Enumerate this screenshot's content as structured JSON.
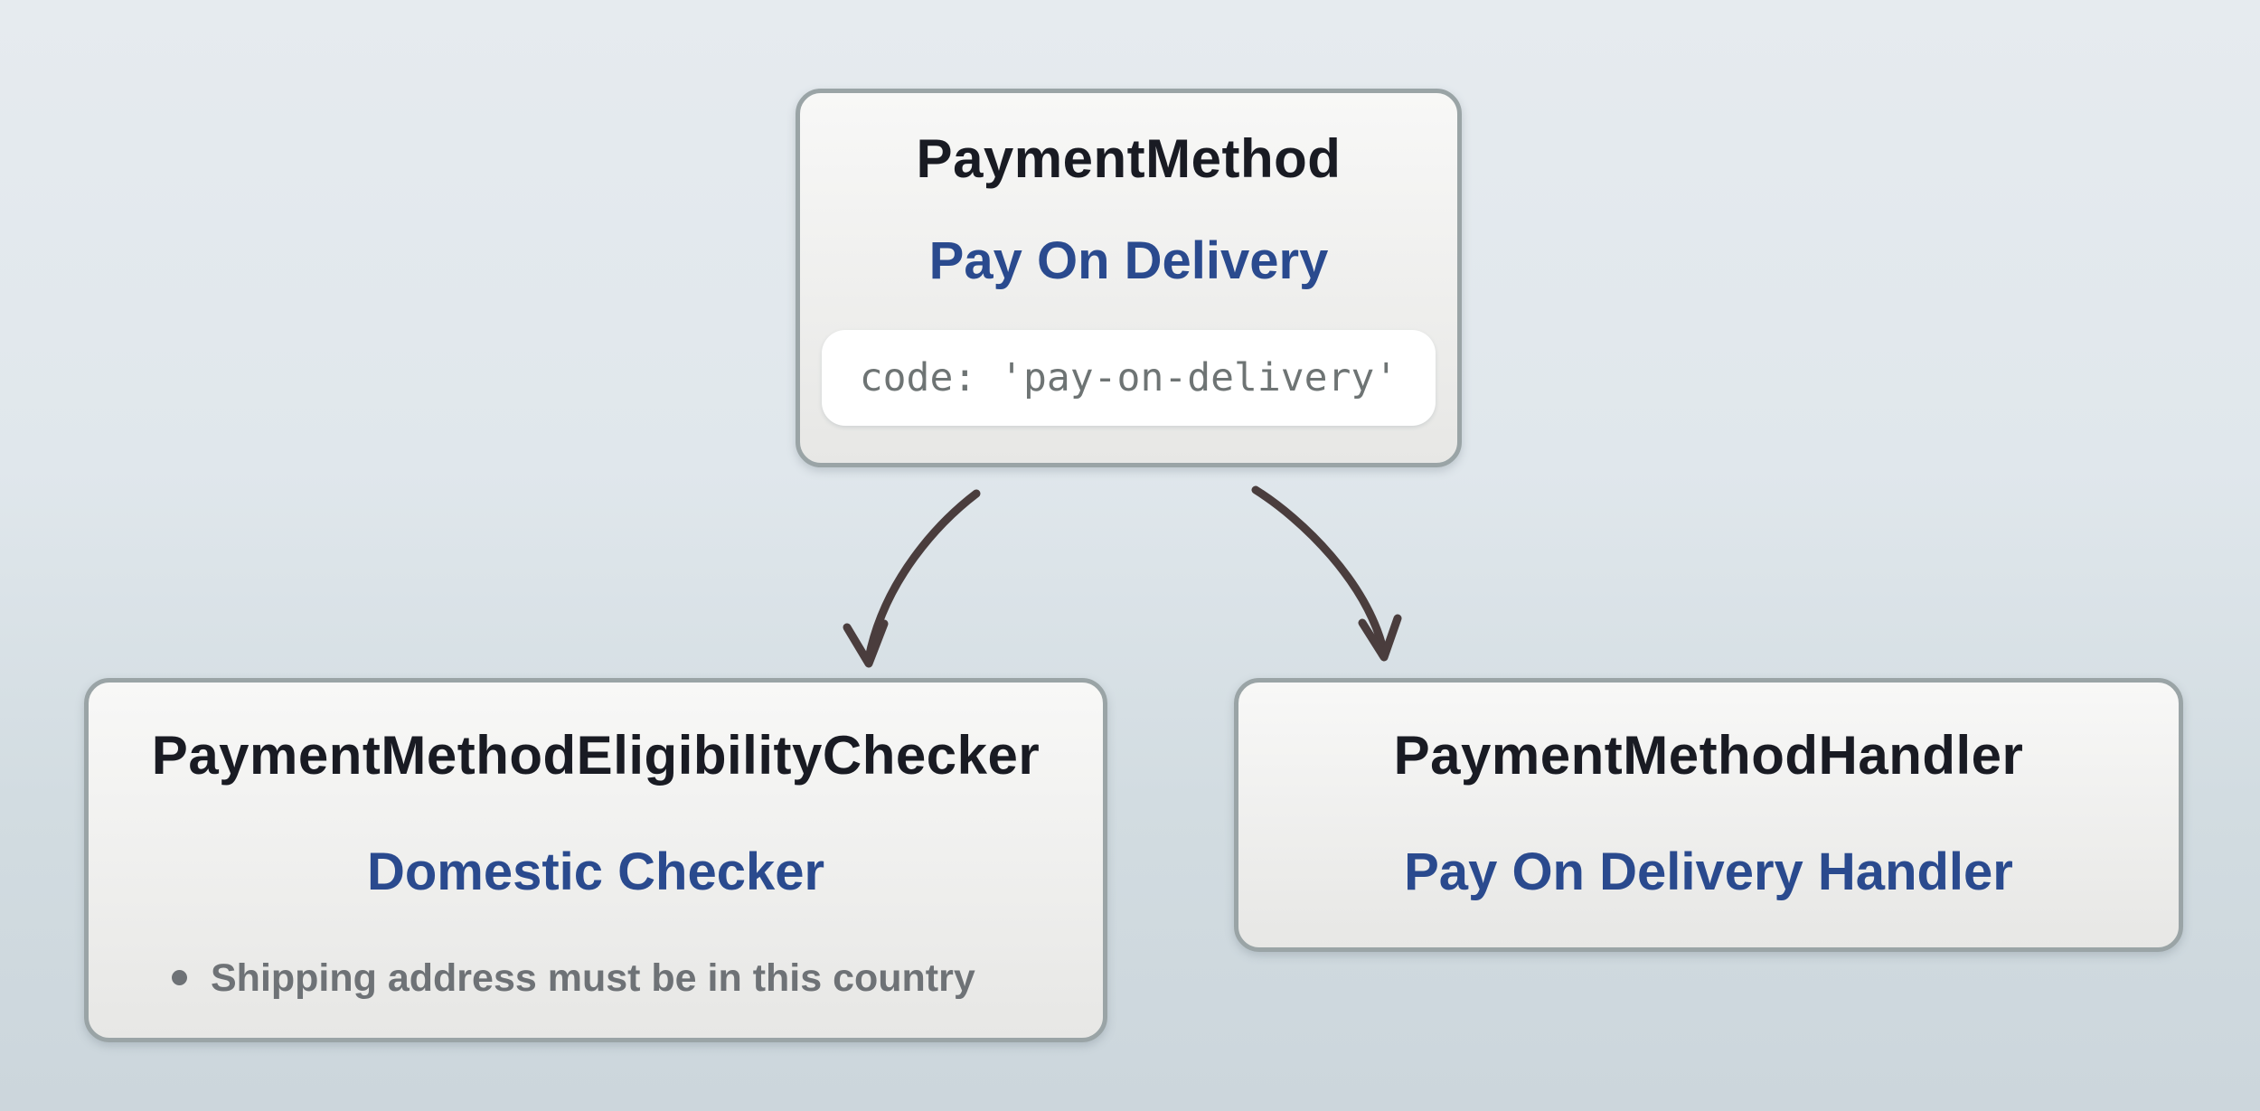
{
  "diagram": {
    "payment_method": {
      "title": "PaymentMethod",
      "subtitle": "Pay On Delivery",
      "code": "code: 'pay-on-delivery'"
    },
    "eligibility_checker": {
      "title": "PaymentMethodEligibilityChecker",
      "subtitle": "Domestic Checker",
      "bullets": [
        "Shipping address must be in this country"
      ]
    },
    "handler": {
      "title": "PaymentMethodHandler",
      "subtitle": "Pay On Delivery Handler"
    }
  },
  "colors": {
    "page_bg_top": "#e6ebef",
    "page_bg_bottom": "#ccd6dc",
    "node_bg_top": "#f8f8f7",
    "node_bg_bottom": "#e7e7e5",
    "node_border": "#9aa4a6",
    "title_text": "#191b23",
    "subtitle_text": "#2a4a8e",
    "code_bg": "#ffffff",
    "code_text": "#6e7474",
    "bullet_text": "#6e7276",
    "arrow": "#4a3d3d"
  }
}
